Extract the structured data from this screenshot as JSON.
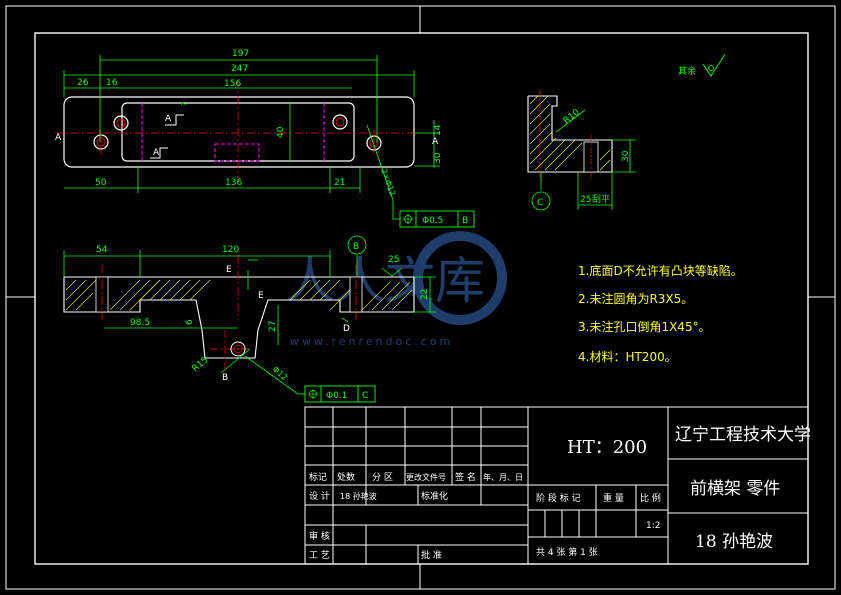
{
  "colors": {
    "background": "#000000",
    "frame": "#ffffff",
    "dimension": "#00ff00",
    "outline": "#ffffff",
    "hatch": "#ffff00",
    "centerline": "#ff0000",
    "hidden": "#ff00ff",
    "note_text": "#ffff00",
    "watermark": "#3a6fc4"
  },
  "plan_view": {
    "dims": {
      "overall_197": "197",
      "overall_247": "247",
      "left_26": "26",
      "left_16": "16",
      "inner_156": "156",
      "bottom_50": "50",
      "bottom_136": "136",
      "bottom_21": "21",
      "height_40": "40",
      "small_7": "7",
      "right_14": "14",
      "right_30": "30",
      "hole_label": "2×Φ12",
      "tol_value": "Φ0.5",
      "tol_ref": "B"
    },
    "section_marks": {
      "a_left": "A",
      "a_right": "A",
      "a_inner_1": "A",
      "a_inner_2": "A"
    }
  },
  "side_view": {
    "radius": "R10",
    "height_30": "30",
    "width_25": "25",
    "flat_note": "刮平",
    "datum": "C"
  },
  "roughness": {
    "label": "其余"
  },
  "front_view": {
    "dims": {
      "left_54": "54",
      "mid_120": "120",
      "thk_25": "25",
      "right_22": "22",
      "d_98_5": "98.5",
      "d_6": "6",
      "d_27": "27",
      "r15": "R15",
      "hole": "Φ12",
      "tol_value": "Φ0.1",
      "tol_ref": "C"
    },
    "marks": {
      "e1": "E",
      "e2": "E",
      "b_top": "B",
      "b_low": "B",
      "d": "D"
    }
  },
  "notes": [
    "1.底面D不允许有凸块等缺陷。",
    "2.未注圆角为R3X5。",
    "3.未注孔口倒角1X45°。",
    "4.材料：HT200。"
  ],
  "watermark": {
    "text": "人人文库",
    "url": "www.renrendoc.com"
  },
  "title_block": {
    "material": "HT：200",
    "university": "辽宁工程技术大学",
    "part_name": "前横架  零件",
    "drawing_no": "18  孙艳波",
    "hdr_mark": "标记",
    "hdr_count": "处数",
    "hdr_zone": "分 区",
    "hdr_docno": "更改文件号",
    "hdr_sign": "签 名",
    "hdr_date": "年、月、日",
    "row_design": "设 计",
    "designer": "18 孙艳波",
    "standardize": "标准化",
    "stage_mark": "阶 段 标 记",
    "weight": "重 量",
    "ratio_label": "比 例",
    "ratio_value": "1:2",
    "review": "审 核",
    "process": "工 艺",
    "approve": "批 准",
    "sheets": "共 4  张   第  1 张"
  }
}
